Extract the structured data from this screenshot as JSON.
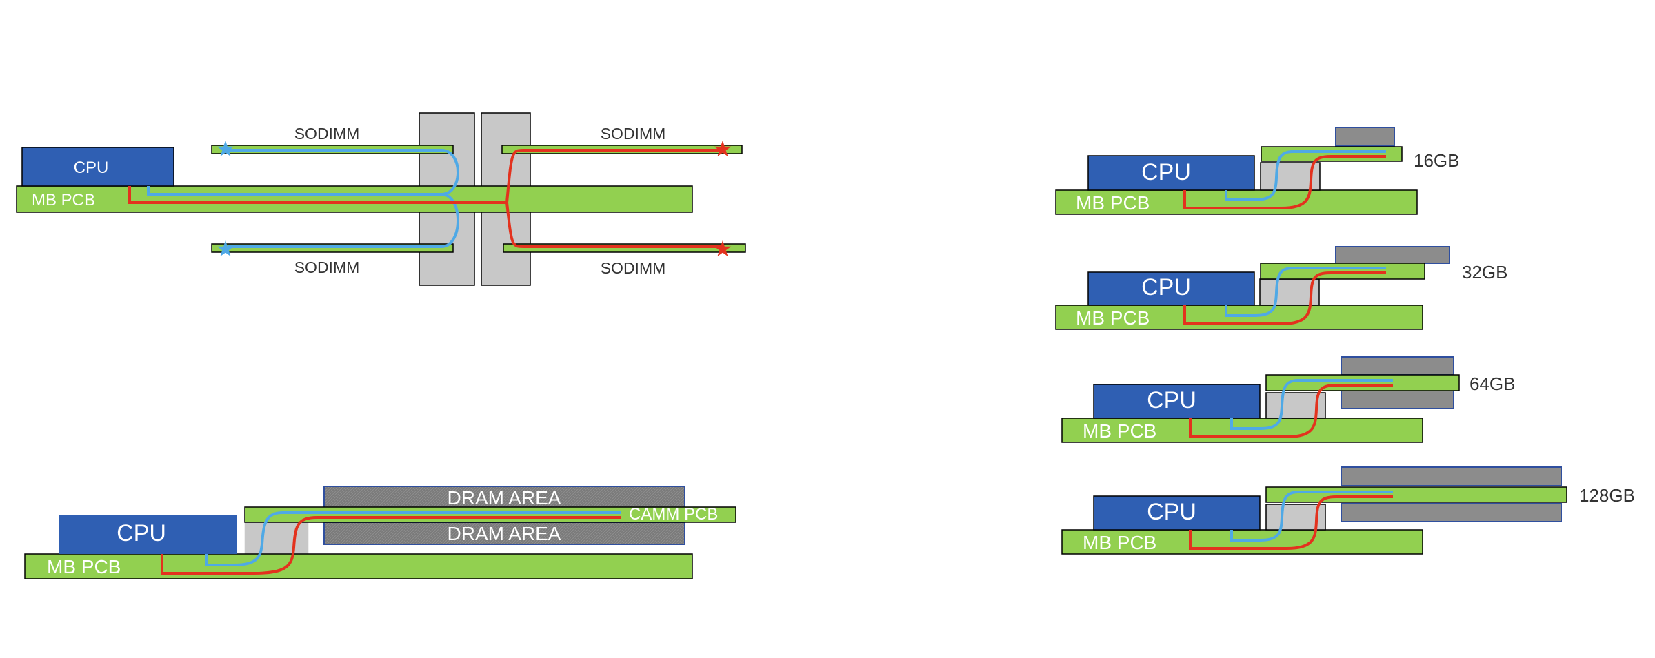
{
  "colors": {
    "pcb_green": "#92D050",
    "cpu_blue": "#2F5FB3",
    "connector_grey": "#C8C8C8",
    "dram_grey": "#7F7F7F",
    "signal_blue": "#4FA9E6",
    "signal_red": "#E3321E",
    "outline": "#000000"
  },
  "sodimm_layout": {
    "cpu_label": "CPU",
    "pcb_label": "MB PCB",
    "module_labels": [
      "SODIMM",
      "SODIMM",
      "SODIMM",
      "SODIMM"
    ],
    "marker_icon": "star-icon"
  },
  "camm_layout": {
    "cpu_label": "CPU",
    "pcb_label": "MB PCB",
    "camm_pcb_label": "CAMM PCB",
    "dram_top_label": "DRAM AREA",
    "dram_bottom_label": "DRAM AREA"
  },
  "capacity_variants": [
    {
      "cpu_label": "CPU",
      "pcb_label": "MB PCB",
      "capacity": "16GB"
    },
    {
      "cpu_label": "CPU",
      "pcb_label": "MB PCB",
      "capacity": "32GB"
    },
    {
      "cpu_label": "CPU",
      "pcb_label": "MB PCB",
      "capacity": "64GB"
    },
    {
      "cpu_label": "CPU",
      "pcb_label": "MB PCB",
      "capacity": "128GB"
    }
  ]
}
